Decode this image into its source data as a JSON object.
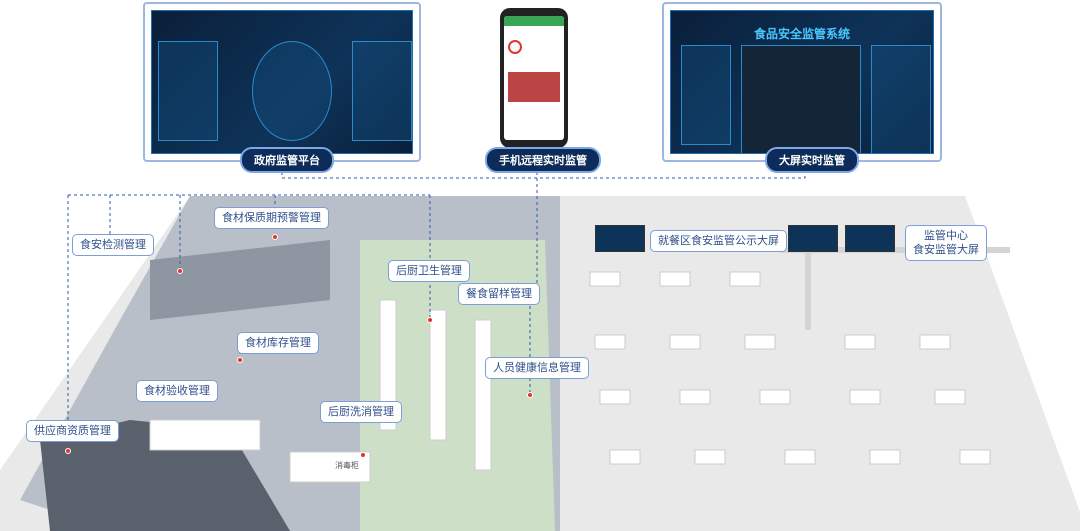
{
  "platforms": [
    {
      "label": "政府监管平台"
    },
    {
      "label": "手机远程实时监管"
    },
    {
      "label": "大屏实时监管"
    }
  ],
  "big_screen_title": "食品安全监管系统",
  "modules": {
    "food_testing": "食安检测管理",
    "shelf_life": "食材保质期预警管理",
    "kitchen_hygiene": "后厨卫生管理",
    "meal_sample": "餐食留样管理",
    "inventory": "食材库存管理",
    "acceptance": "食材验收管理",
    "staff_health": "人员健康信息管理",
    "disinfection": "后厨洗消管理",
    "supplier": "供应商资质管理"
  },
  "dining_screen": "就餐区食安监管公示大屏",
  "center_screen": {
    "line1": "监管中心",
    "line2": "食安监管大屏"
  },
  "cabinet": "消毒柜",
  "colors": {
    "accent": "#0d2c5a",
    "border": "#7e9ed8",
    "green_zone": "#cfe3c6",
    "floor": "#e8e8e8",
    "kitchen": "#9aa3ad"
  }
}
